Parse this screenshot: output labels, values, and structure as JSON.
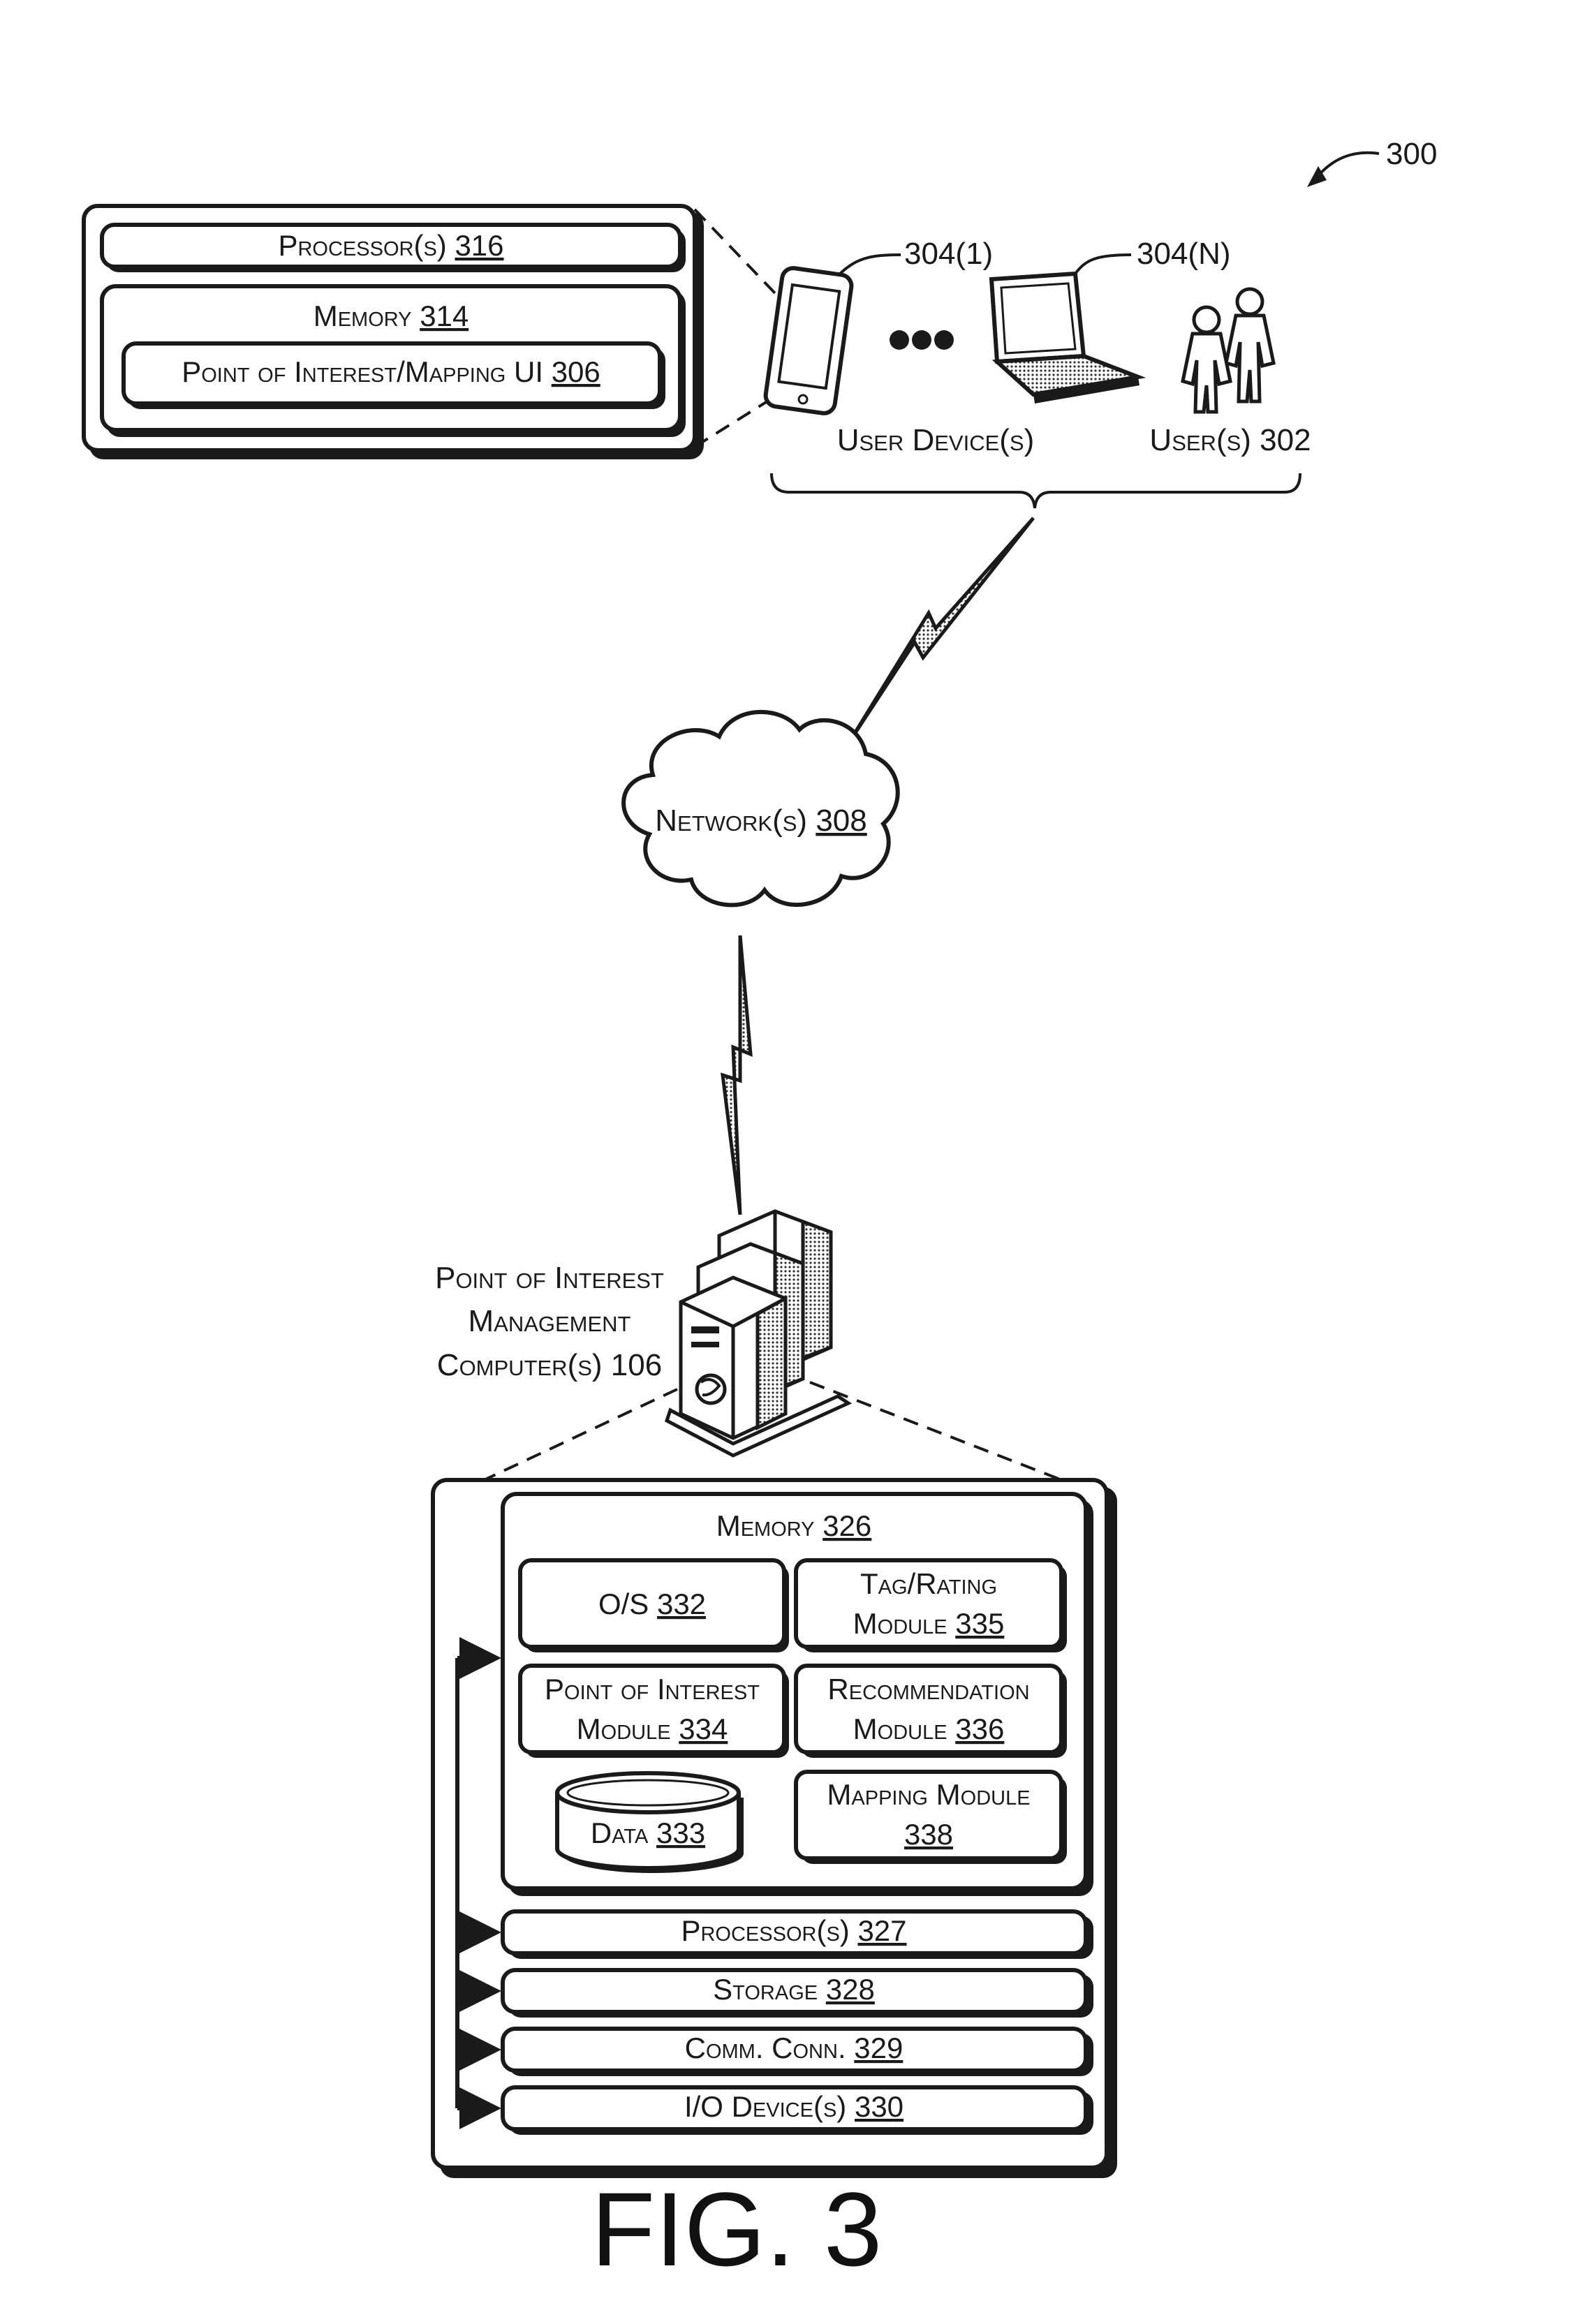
{
  "figure": {
    "ref_number": "300",
    "caption": "FIG. 3"
  },
  "client": {
    "processor": {
      "label": "Processor(s)",
      "ref": "316"
    },
    "memory": {
      "label": "Memory",
      "ref": "314"
    },
    "ui": {
      "label": "Point of Interest/Mapping UI",
      "ref": "306"
    },
    "device1_ref": "304(1)",
    "deviceN_ref": "304(N)",
    "devices_label": "User Device(s)",
    "users": {
      "label": "User(s)",
      "ref": "302"
    }
  },
  "network": {
    "label": "Network(s)",
    "ref": "308"
  },
  "server": {
    "label_line1": "Point of Interest",
    "label_line2": "Management",
    "label_line3": "Computer(s) 106",
    "memory": {
      "label": "Memory",
      "ref": "326"
    },
    "os": {
      "label": "O/S",
      "ref": "332"
    },
    "tag_module": {
      "line1": "Tag/Rating",
      "line2": "Module",
      "ref": "335"
    },
    "poi_module": {
      "line1": "Point of Interest",
      "line2": "Module",
      "ref": "334"
    },
    "recommendation_module": {
      "line1": "Recommendation",
      "line2": "Module",
      "ref": "336"
    },
    "data": {
      "label": "Data",
      "ref": "333"
    },
    "mapping_module": {
      "line1": "Mapping Module",
      "ref": "338"
    },
    "processor": {
      "label": "Processor(s)",
      "ref": "327"
    },
    "storage": {
      "label": "Storage",
      "ref": "328"
    },
    "comm": {
      "label": "Comm. Conn.",
      "ref": "329"
    },
    "io": {
      "label": "I/O Device(s)",
      "ref": "330"
    }
  }
}
